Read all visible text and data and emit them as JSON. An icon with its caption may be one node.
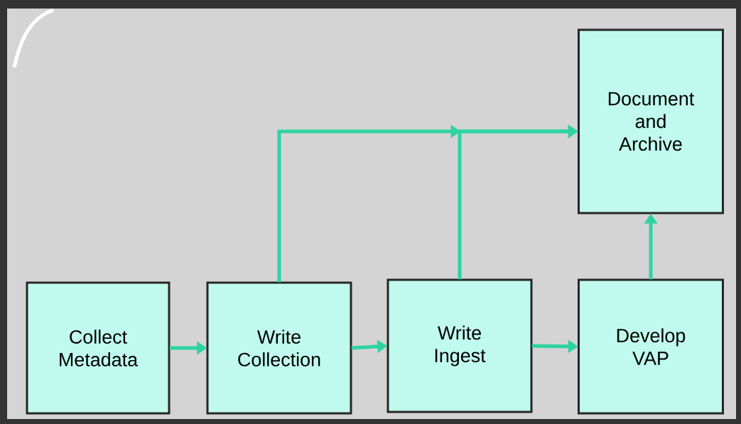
{
  "diagram": {
    "nodes": [
      {
        "text": [
          "Collect Metadata"
        ]
      },
      {
        "text": [
          "Write Collection"
        ]
      },
      {
        "text": [
          "Write Ingest"
        ]
      },
      {
        "text": [
          "Develop VAP"
        ]
      },
      {
        "text": [
          "Document and Archive"
        ]
      }
    ],
    "edges": [
      {
        "from": 0,
        "to": 1,
        "arrow": "to"
      },
      {
        "from": 1,
        "to": 2,
        "arrow": "to"
      },
      {
        "from": 2,
        "to": 3,
        "arrow": "to"
      },
      {
        "from": 3,
        "to": 4,
        "arrow": "to"
      },
      {
        "from": 1,
        "to": 4,
        "arrow": "to"
      },
      {
        "from": 2,
        "to": 4,
        "arrow": "to"
      }
    ]
  }
}
